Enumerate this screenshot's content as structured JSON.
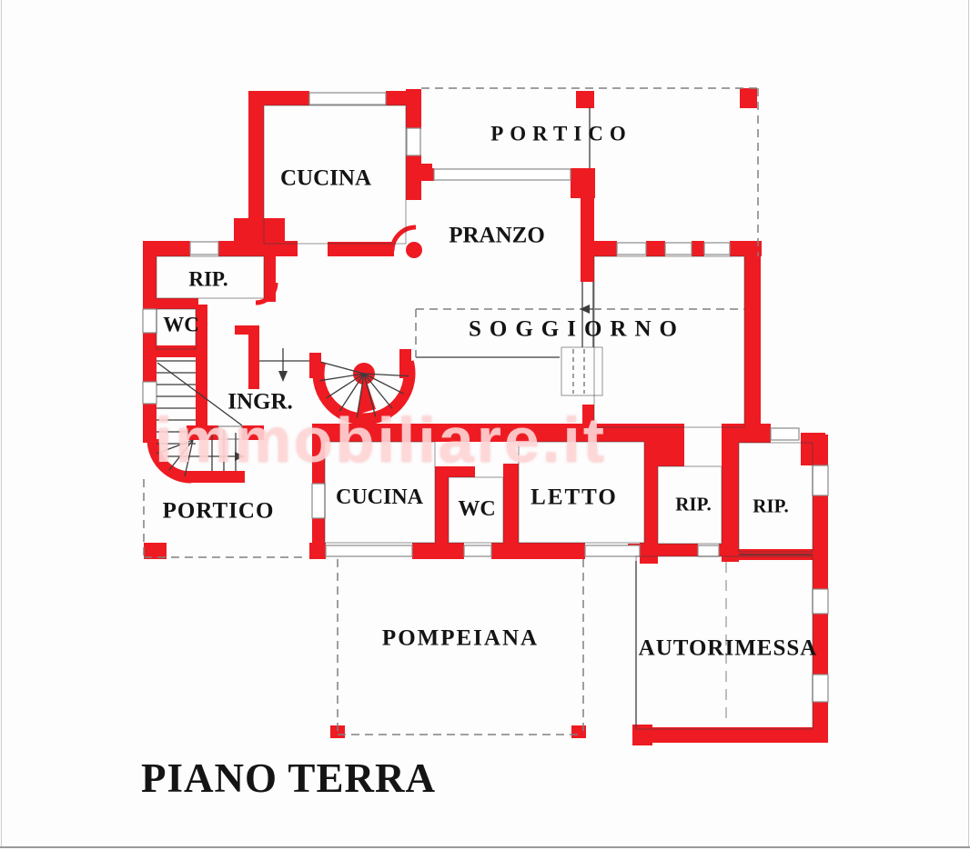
{
  "title": "PIANO TERRA",
  "watermark": "immobiliare.it",
  "colors": {
    "wall": "#ee1b22",
    "line": "#3c3c3c",
    "dash": "#808080",
    "ink": "#141414"
  },
  "rooms": {
    "portico_top": "PORTICO",
    "cucina_top": "CUCINA",
    "pranzo": "PRANZO",
    "rip_top": "RIP.",
    "wc_top": "WC",
    "soggiorno": "SOGGIORNO",
    "ingresso": "INGR.",
    "portico_left": "PORTICO",
    "cucina_lower": "CUCINA",
    "wc_lower": "WC",
    "letto": "LETTO",
    "rip_1": "RIP.",
    "rip_2": "RIP.",
    "pompeiana": "POMPEIANA",
    "autorimessa": "AUTORIMESSA"
  }
}
